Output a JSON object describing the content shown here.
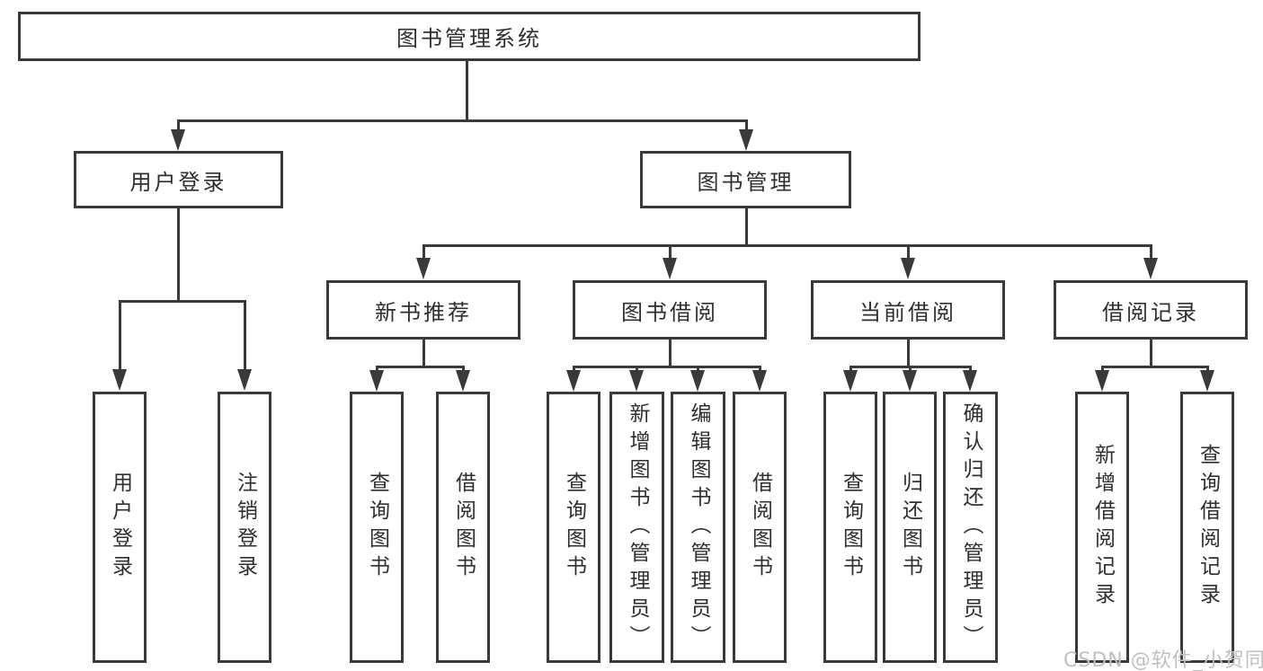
{
  "tree": {
    "label": "图书管理系统",
    "children": [
      {
        "label": "用户登录",
        "children": [
          {
            "label": "用户登录"
          },
          {
            "label": "注销登录"
          }
        ]
      },
      {
        "label": "图书管理",
        "children": [
          {
            "label": "新书推荐",
            "children": [
              {
                "label": "查询图书"
              },
              {
                "label": "借阅图书"
              }
            ]
          },
          {
            "label": "图书借阅",
            "children": [
              {
                "label": "查询图书"
              },
              {
                "label": "新增图书（管理员）"
              },
              {
                "label": "编辑图书（管理员）"
              },
              {
                "label": "借阅图书"
              }
            ]
          },
          {
            "label": "当前借阅",
            "children": [
              {
                "label": "查询图书"
              },
              {
                "label": "归还图书"
              },
              {
                "label": "确认归还（管理员）"
              }
            ]
          },
          {
            "label": "借阅记录",
            "children": [
              {
                "label": "新增借阅记录"
              },
              {
                "label": "查询借阅记录"
              }
            ]
          }
        ]
      }
    ]
  },
  "watermark": {
    "text": "CSDN @软件_小贺同学"
  },
  "colors": {
    "line": "#3a3a3a",
    "text": "#2f2f2f",
    "background": "#ffffff",
    "watermark_text": "#c0c0c0"
  }
}
